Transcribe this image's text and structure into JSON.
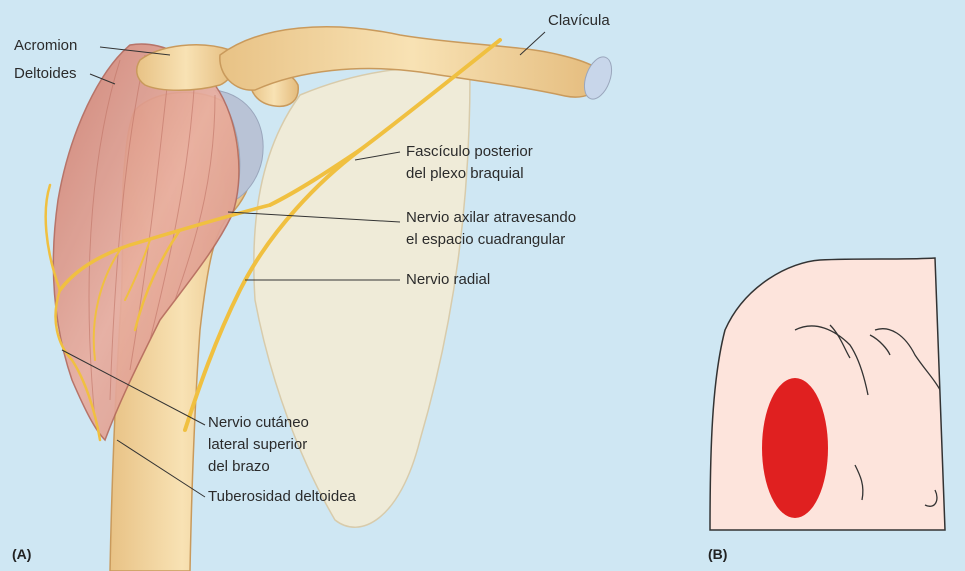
{
  "panel_a": {
    "tag": "(A)",
    "labels": {
      "acromion": "Acromion",
      "deltoides": "Deltoides",
      "clavicula": "Clavícula",
      "fasciculo_1": "Fascículo posterior",
      "fasciculo_2": "del plexo braquial",
      "axilar_1": "Nervio axilar atravesando",
      "axilar_2": "el espacio cuadrangular",
      "radial": "Nervio radial",
      "cutaneo_1": "Nervio cutáneo",
      "cutaneo_2": "lateral superior",
      "cutaneo_3": "del brazo",
      "tuberosidad": "Tuberosidad deltoidea"
    }
  },
  "panel_b": {
    "tag": "(B)"
  },
  "colors": {
    "background": "#cfe7f3",
    "bone": "#f3d7a3",
    "muscle": "#e3a394",
    "nerve": "#f0c040",
    "skin": "#fde4dc",
    "sensory_area": "#e02020"
  }
}
